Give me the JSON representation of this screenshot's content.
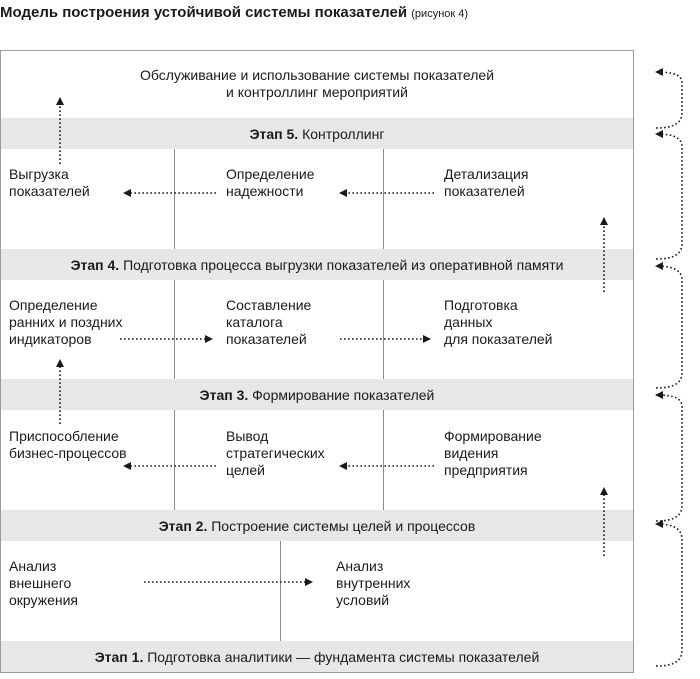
{
  "title": {
    "main": "Модель построения устойчивой системы показателей",
    "note": "(рисунок 4)"
  },
  "top_text": "Обслуживание и использование системы показателей\nи контроллинг мероприятий",
  "stages": [
    {
      "label": "Этап 5.",
      "text": "Контроллинг"
    },
    {
      "label": "Этап 4.",
      "text": "Подготовка процесса выгрузки показателей из оперативной памяти"
    },
    {
      "label": "Этап 3.",
      "text": "Формирование показателей"
    },
    {
      "label": "Этап 2.",
      "text": "Построение системы целей и процессов"
    },
    {
      "label": "Этап 1.",
      "text": "Подготовка аналитики — фундамента системы показателей"
    }
  ],
  "row5": [
    "Выгрузка\nпоказателей",
    "Определение\nнадежности",
    "Детализация\nпоказателей"
  ],
  "row4": [
    "Определение\nранних и поздних\nиндикаторов",
    "Составление\nкаталога\nпоказателей",
    "Подготовка\nданных\nдля показателей"
  ],
  "row3": [
    "Приспособление\nбизнес-процессов",
    "Вывод\nстратегических\nцелей",
    "Формирование\nвидения\nпредприятия"
  ],
  "row2": [
    "Анализ\nвнешнего\nокружения",
    "Анализ\nвнутренних\nусловий"
  ],
  "colors": {
    "band": "#e7e7e7",
    "border": "#9a9a9a",
    "text": "#1a1a1a"
  }
}
